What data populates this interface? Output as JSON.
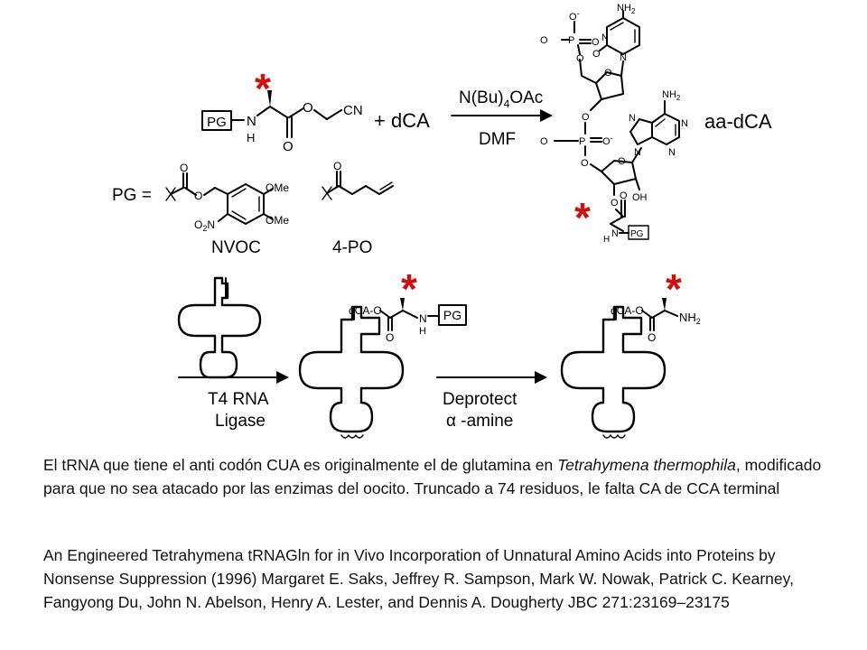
{
  "reaction1": {
    "protecting_group": "PG",
    "nh": "N",
    "h": "H",
    "o": "O",
    "cn": "CN",
    "plus_dca": "+ dCA",
    "reagent_top": "N(Bu)",
    "reagent_sub": "4",
    "reagent_suffix": "OAc",
    "solvent": "DMF",
    "product": "aa-dCA"
  },
  "nucleotide": {
    "nh2_top": "NH",
    "nh2_sub": "2",
    "o_minus": "O",
    "minus": "-",
    "p": "P",
    "n": "N",
    "o": "O",
    "oh": "OH",
    "pg": "PG",
    "h": "H"
  },
  "pg_defs": {
    "pg_label": "PG =",
    "ome": "OMe",
    "no2_n": "N",
    "no2_sub": "2",
    "o": "O",
    "nvoc": "NVOC",
    "four_po": "4-PO"
  },
  "reaction2": {
    "ligase_line1": "T4 RNA",
    "ligase_line2": "Ligase",
    "deprotect_line1": "Deprotect",
    "deprotect_line2": "α -amine",
    "dca_o": "dCA-O",
    "pg": "PG",
    "nh": "N",
    "h": "H",
    "o": "O",
    "nh2": "NH",
    "nh2_sub": "2"
  },
  "star": "*",
  "caption": {
    "p1_part1": "El tRNA que tiene el anti codón CUA es originalmente el de glutamina en ",
    "p1_italic": "Tetrahymena thermophila",
    "p1_part2": ", modificado para que no sea atacado por las enzimas del oocito. Truncado a 74 residuos, le falta CA de CCA terminal",
    "p2": "An Engineered Tetrahymena tRNAGln for in Vivo Incorporation of Unnatural Amino Acids into Proteins by Nonsense Suppression (1996) Margaret E. Saks, Jeffrey R. Sampson, Mark W. Nowak, Patrick C. Kearney, Fangyong Du, John N. Abelson, Henry A. Lester, and Dennis A. Dougherty JBC 271:23169–23175"
  },
  "colors": {
    "star": "#d01010",
    "ink": "#000000",
    "text": "#111111"
  }
}
